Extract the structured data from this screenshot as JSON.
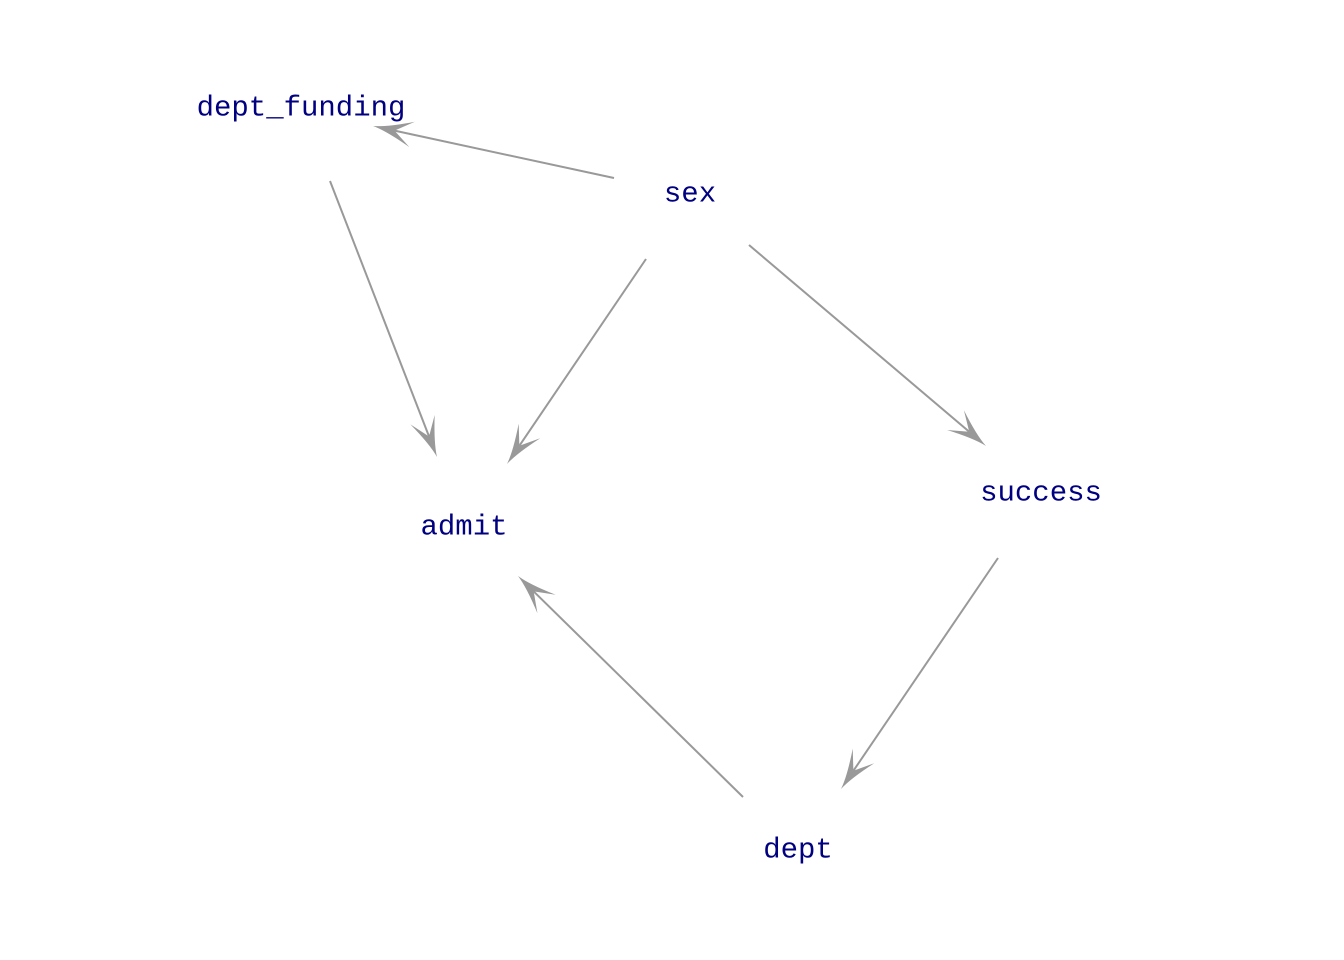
{
  "diagram": {
    "type": "directed-acyclic-graph",
    "colors": {
      "node_text": "#000080",
      "edge": "#999999",
      "background": "#ffffff"
    },
    "nodes": [
      {
        "id": "dept_funding",
        "label": "dept_funding"
      },
      {
        "id": "sex",
        "label": "sex"
      },
      {
        "id": "admit",
        "label": "admit"
      },
      {
        "id": "success",
        "label": "success"
      },
      {
        "id": "dept",
        "label": "dept"
      }
    ],
    "edges": [
      {
        "from": "sex",
        "to": "dept_funding"
      },
      {
        "from": "dept_funding",
        "to": "admit"
      },
      {
        "from": "sex",
        "to": "admit"
      },
      {
        "from": "sex",
        "to": "success"
      },
      {
        "from": "success",
        "to": "dept"
      },
      {
        "from": "dept",
        "to": "admit"
      }
    ]
  }
}
